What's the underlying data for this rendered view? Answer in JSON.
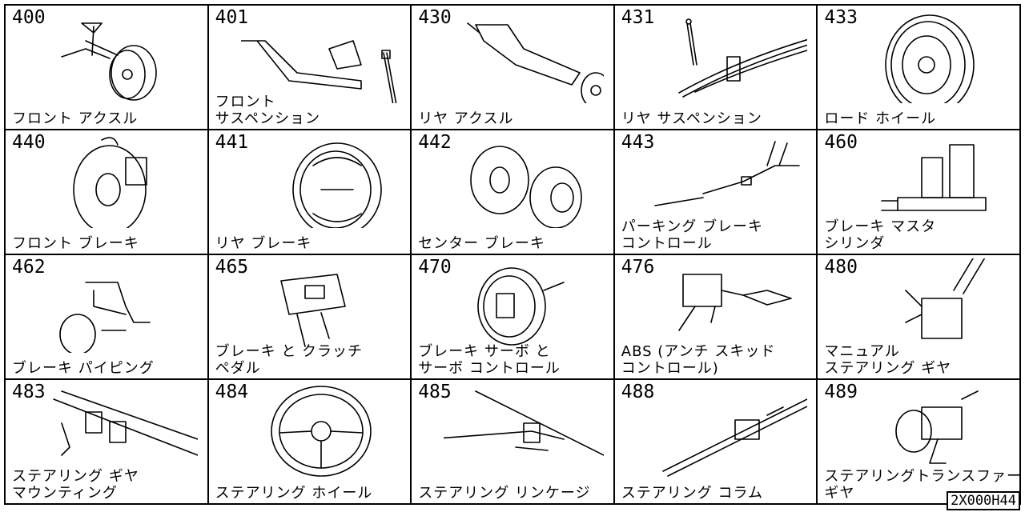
{
  "cells": [
    {
      "code": "400",
      "name": "フロント アクスル",
      "icon": "front-axle-icon"
    },
    {
      "code": "401",
      "name": "フロント\nサスペンション",
      "icon": "front-suspension-icon"
    },
    {
      "code": "430",
      "name": "リヤ アクスル",
      "icon": "rear-axle-icon"
    },
    {
      "code": "431",
      "name": "リヤ サスペンション",
      "icon": "rear-suspension-icon"
    },
    {
      "code": "433",
      "name": "ロード ホイール",
      "icon": "road-wheel-icon"
    },
    {
      "code": "440",
      "name": "フロント ブレーキ",
      "icon": "front-brake-icon"
    },
    {
      "code": "441",
      "name": "リヤ ブレーキ",
      "icon": "rear-brake-icon"
    },
    {
      "code": "442",
      "name": "センター ブレーキ",
      "icon": "center-brake-icon"
    },
    {
      "code": "443",
      "name": "パーキング ブレーキ\nコントロール",
      "icon": "parking-brake-control-icon"
    },
    {
      "code": "460",
      "name": "ブレーキ マスタ\nシリンダ",
      "icon": "brake-master-cylinder-icon"
    },
    {
      "code": "462",
      "name": "ブレーキ パイピング",
      "icon": "brake-piping-icon"
    },
    {
      "code": "465",
      "name": "ブレーキ と クラッチ\nペダル",
      "icon": "brake-clutch-pedal-icon"
    },
    {
      "code": "470",
      "name": "ブレーキ サーボ と\nサーボ コントロール",
      "icon": "brake-servo-icon"
    },
    {
      "code": "476",
      "name": "ABS (アンチ スキッド\nコントロール)",
      "icon": "abs-icon"
    },
    {
      "code": "480",
      "name": "マニュアル\nステアリング ギヤ",
      "icon": "manual-steering-gear-icon"
    },
    {
      "code": "483",
      "name": "ステアリング ギヤ\nマウンティング",
      "icon": "steering-gear-mounting-icon"
    },
    {
      "code": "484",
      "name": "ステアリング ホイール",
      "icon": "steering-wheel-icon"
    },
    {
      "code": "485",
      "name": "ステアリング リンケージ",
      "icon": "steering-linkage-icon"
    },
    {
      "code": "488",
      "name": "ステアリング コラム",
      "icon": "steering-column-icon"
    },
    {
      "code": "489",
      "name": "ステアリングトランスファー\nギヤ",
      "icon": "steering-transfer-gear-icon"
    }
  ],
  "diagram_code": "2X000H44"
}
